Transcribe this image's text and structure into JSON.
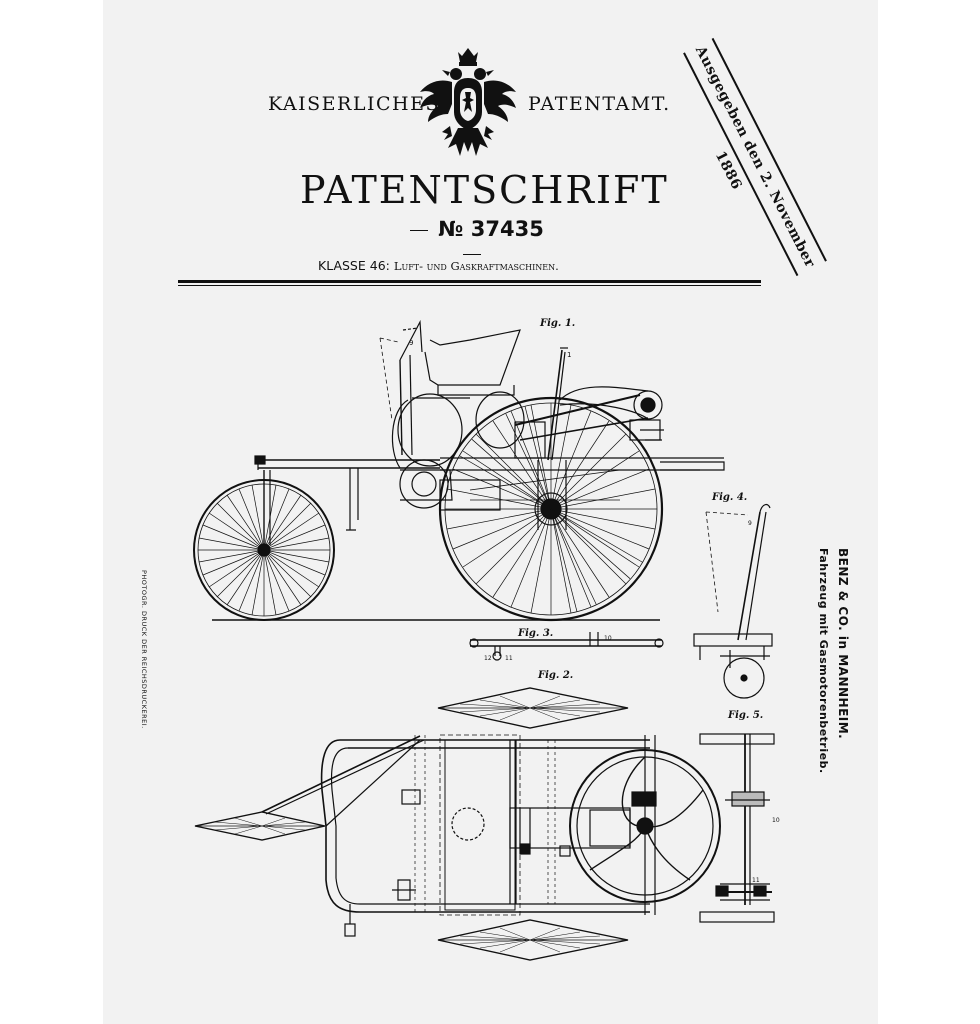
{
  "header": {
    "left": "KAISERLICHES",
    "right": "PATENTAMT.",
    "emblem": "imperial-eagle-crest"
  },
  "title": "PATENTSCHRIFT",
  "patent_number": "№ 37435",
  "klasse": {
    "prefix": "KLASSE 46:",
    "description": "Luft- und Gaskraftmaschinen."
  },
  "stamp": "Ausgegeben den 2. November 1886",
  "applicant": {
    "name": "BENZ & CO. in MANNHEIM.",
    "subject": "Fahrzeug mit Gasmotorenbetrieb."
  },
  "printer_note": "PHOTOGR. DRUCK DER REICHSDRUCKEREI.",
  "figures": {
    "fig1": "Fig. 1.",
    "fig2": "Fig. 2.",
    "fig3": "Fig. 3.",
    "fig4": "Fig. 4.",
    "fig5": "Fig. 5."
  },
  "reference_numbers": {
    "n1": "1",
    "n9a": "9",
    "n9b": "9",
    "n10a": "10",
    "n10b": "10",
    "n11a": "11",
    "n11b": "11",
    "n12": "12"
  }
}
